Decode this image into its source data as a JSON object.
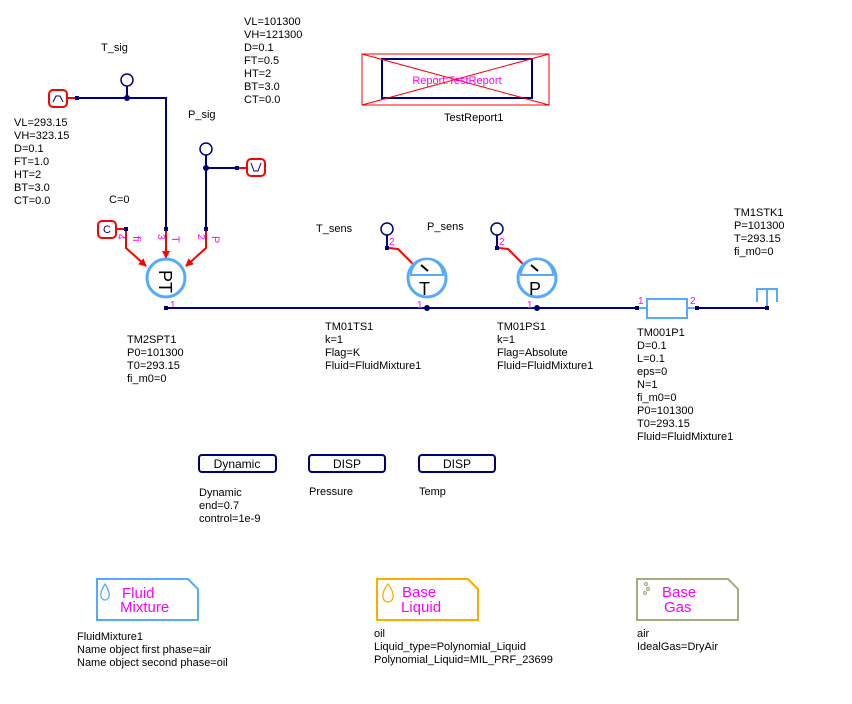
{
  "colors": {
    "wire": "#00007f",
    "signal": "#ff0000",
    "component": "#55aaff",
    "port_label": "#ff00ff",
    "liquid": "#ffaa00",
    "gas": "#aaaa7f"
  },
  "signals": {
    "t_sig": {
      "label": "T_sig",
      "params": [
        "VL=293.15",
        "VH=323.15",
        "D=0.1",
        "FT=1.0",
        "HT=2",
        "BT=3.0",
        "CT=0.0"
      ],
      "icon": "pulse-up-icon"
    },
    "p_sig": {
      "label": "P_sig",
      "params": [
        "VL=101300",
        "VH=121300",
        "D=0.1",
        "FT=0.5",
        "HT=2",
        "BT=3.0",
        "CT=0.0"
      ],
      "icon": "pulse-down-icon"
    },
    "constant": {
      "label": "C=0",
      "icon_text": "C"
    }
  },
  "report": {
    "inner_text": "Report:TestReport",
    "name": "TestReport1"
  },
  "source": {
    "symbol": "PT",
    "ports": {
      "p1": "1",
      "p2": "2",
      "p3": "3",
      "p4": "4"
    },
    "pin_labels": {
      "fi": "fi",
      "T": "T",
      "P": "P"
    },
    "params": [
      "TM2SPT1",
      "P0=101300",
      "T0=293.15",
      "fi_m0=0"
    ]
  },
  "t_sensor": {
    "label": "T_sens",
    "symbol": "T",
    "port1": "1",
    "port2": "2",
    "params": [
      "TM01TS1",
      "k=1",
      "Flag=K",
      "Fluid=FluidMixture1"
    ]
  },
  "p_sensor": {
    "label": "P_sens",
    "symbol": "P",
    "port1": "1",
    "port2": "2",
    "params": [
      "TM01PS1",
      "k=1",
      "Flag=Absolute",
      "Fluid=FluidMixture1"
    ]
  },
  "pipe": {
    "port1": "1",
    "port2": "2",
    "params": [
      "TM001P1",
      "D=0.1",
      "L=0.1",
      "eps=0",
      "N=1",
      "fi_m0=0",
      "P0=101300",
      "T0=293.15",
      "Fluid=FluidMixture1"
    ]
  },
  "tank": {
    "params": [
      "TM1STK1",
      "P=101300",
      "T=293.15",
      "fi_m0=0"
    ]
  },
  "blocks": [
    {
      "button": "Dynamic",
      "params": [
        "Dynamic",
        "end=0.7",
        "control=1e-9"
      ]
    },
    {
      "button": "DISP",
      "params": [
        "Pressure"
      ]
    },
    {
      "button": "DISP",
      "params": [
        "Temp"
      ]
    }
  ],
  "fluids": [
    {
      "title1": "Fluid",
      "title2": "Mixture",
      "icon": "droplet-mixture-icon",
      "params": [
        "FluidMixture1",
        "Name object first phase=air",
        "Name object second phase=oil"
      ]
    },
    {
      "title1": "Base",
      "title2": "Liquid",
      "icon": "droplet-icon",
      "params": [
        "oil",
        "Liquid_type=Polynomial_Liquid",
        "Polynomial_Liquid=MIL_PRF_23699"
      ]
    },
    {
      "title1": "Base",
      "title2": "Gas",
      "icon": "gas-bubbles-icon",
      "params": [
        "air",
        "IdealGas=DryAir"
      ]
    }
  ]
}
